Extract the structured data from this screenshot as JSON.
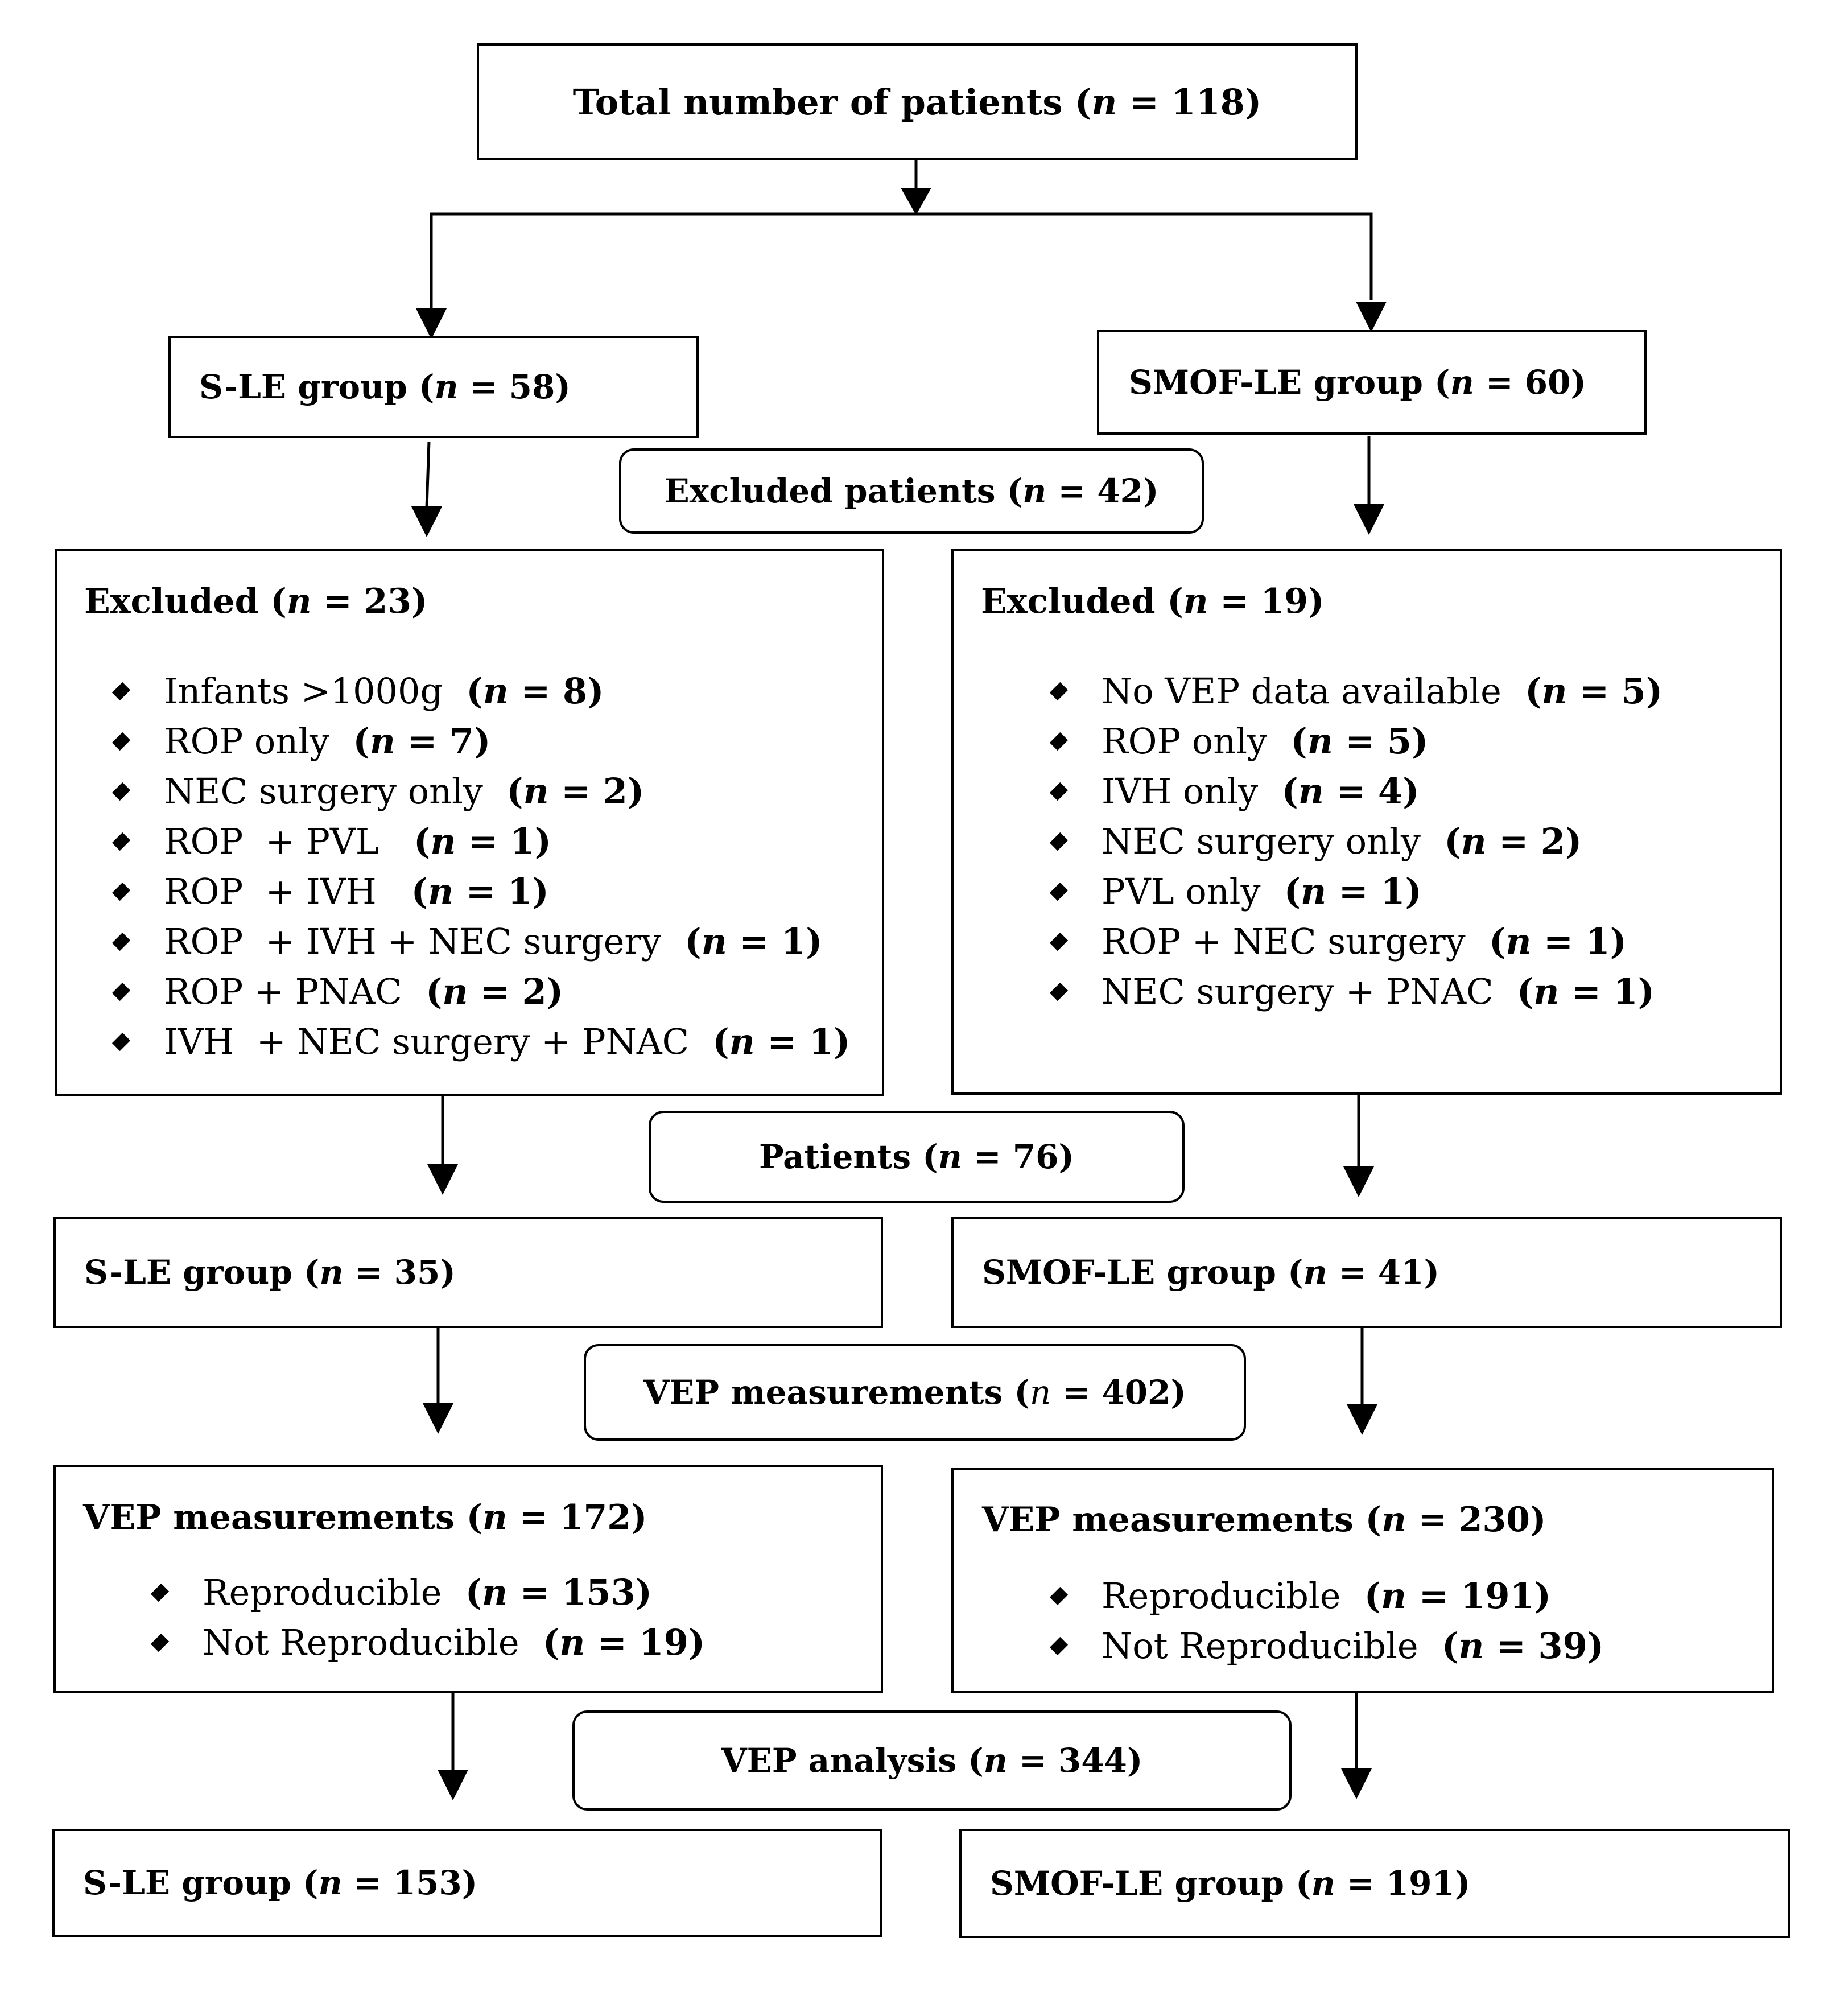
{
  "total": {
    "label": "Total number of patients",
    "n": "118"
  },
  "stage1": {
    "left": {
      "label": "S-LE group",
      "n": "58"
    },
    "right": {
      "label": "SMOF-LE group",
      "n": "60"
    },
    "center": {
      "label": "Excluded patients",
      "n": "42"
    }
  },
  "excluded": {
    "left": {
      "label": "Excluded",
      "n": "23",
      "items": [
        {
          "text": "Infants >1000g ",
          "n": "8"
        },
        {
          "text": "ROP only ",
          "n": "7"
        },
        {
          "text": "NEC surgery only ",
          "n": "2"
        },
        {
          "text": "ROP  + PVL  ",
          "n": "1"
        },
        {
          "text": "ROP  + IVH  ",
          "n": "1"
        },
        {
          "text": "ROP  + IVH + NEC surgery ",
          "n": "1"
        },
        {
          "text": "ROP + PNAC ",
          "n": "2"
        },
        {
          "text": "IVH  + NEC surgery + PNAC ",
          "n": "1"
        }
      ]
    },
    "right": {
      "label": "Excluded",
      "n": "19",
      "items": [
        {
          "text": "No VEP data available ",
          "n": "5"
        },
        {
          "text": "ROP only ",
          "n": "5"
        },
        {
          "text": "IVH only ",
          "n": "4"
        },
        {
          "text": "NEC surgery only ",
          "n": "2"
        },
        {
          "text": "PVL only ",
          "n": "1"
        },
        {
          "text": "ROP + NEC surgery ",
          "n": "1"
        },
        {
          "text": "NEC surgery + PNAC ",
          "n": "1"
        }
      ]
    }
  },
  "stage2": {
    "center": {
      "label": "Patients",
      "n": "76"
    },
    "left": {
      "label": "S-LE group",
      "n": "35"
    },
    "right": {
      "label": "SMOF-LE group",
      "n": "41"
    }
  },
  "stage3": {
    "center": {
      "label": "VEP measurements",
      "n": "402"
    },
    "left": {
      "label": "VEP measurements",
      "n": "172",
      "items": [
        {
          "text": "Reproducible ",
          "n": "153"
        },
        {
          "text": "Not Reproducible ",
          "n": "19"
        }
      ]
    },
    "right": {
      "label": "VEP measurements",
      "n": "230",
      "items": [
        {
          "text": "Reproducible ",
          "n": "191"
        },
        {
          "text": "Not Reproducible ",
          "n": "39"
        }
      ]
    }
  },
  "stage4": {
    "center": {
      "label": "VEP analysis",
      "n": "344"
    },
    "left": {
      "label": "S-LE group",
      "n": "153"
    },
    "right": {
      "label": "SMOF-LE group",
      "n": "191"
    }
  },
  "n_symbol": "n",
  "n_open": " (",
  "n_eq": " = ",
  "n_close": ")"
}
